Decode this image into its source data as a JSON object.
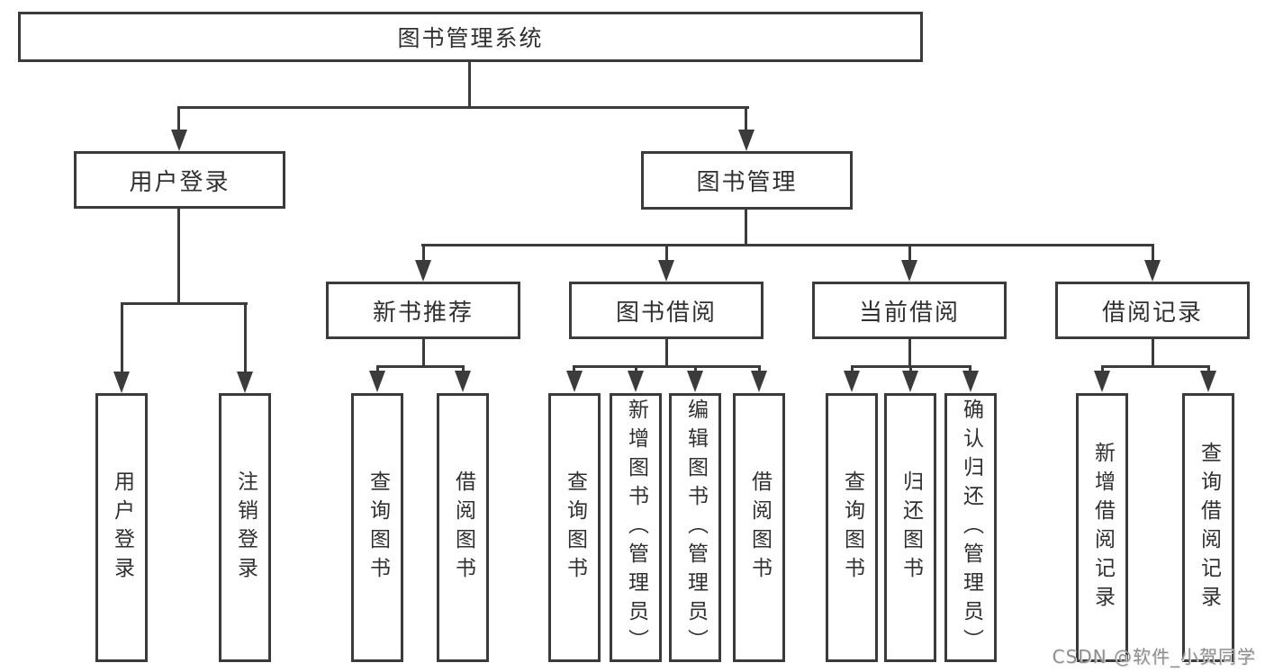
{
  "diagram": {
    "root": {
      "label": "图书管理系统"
    },
    "branches": [
      {
        "label": "用户登录",
        "children": [
          {
            "label": "用户登录"
          },
          {
            "label": "注销登录"
          }
        ]
      },
      {
        "label": "图书管理",
        "children": [
          {
            "label": "新书推荐",
            "children": [
              {
                "label": "查询图书"
              },
              {
                "label": "借阅图书"
              }
            ]
          },
          {
            "label": "图书借阅",
            "children": [
              {
                "label": "查询图书"
              },
              {
                "label": "新增图书（管理员）"
              },
              {
                "label": "编辑图书（管理员）"
              },
              {
                "label": "借阅图书"
              }
            ]
          },
          {
            "label": "当前借阅",
            "children": [
              {
                "label": "查询图书"
              },
              {
                "label": "归还图书"
              },
              {
                "label": "确认归还（管理员）"
              }
            ]
          },
          {
            "label": "借阅记录",
            "children": [
              {
                "label": "新增借阅记录"
              },
              {
                "label": "查询借阅记录"
              }
            ]
          }
        ]
      }
    ]
  },
  "watermark": {
    "text": "CSDN @软件_小贺同学"
  },
  "colors": {
    "line": "#3b3b3b",
    "text": "#303030",
    "watermark": "#8f8f8f",
    "background": "#ffffff"
  }
}
